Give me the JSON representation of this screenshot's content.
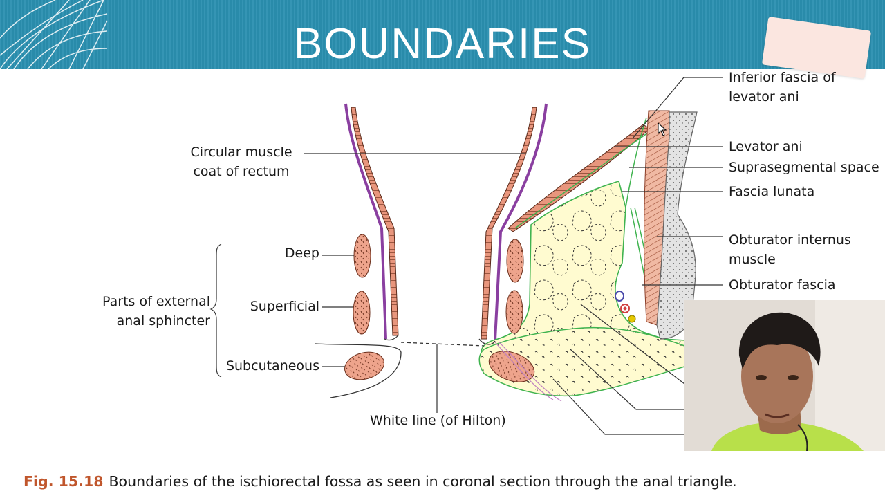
{
  "slide": {
    "title": "BOUNDARIES",
    "colors": {
      "header": "#2a8fb0",
      "fat": "#fff9c4",
      "muscle": "#e8967d",
      "fascia_line": "#3fb34f",
      "purple_line": "#8a3fa0",
      "bone": "#d9d9d9",
      "caption_fig": "#c0562c"
    }
  },
  "labels": {
    "inferior_fascia": "Inferior fascia of\nlevator ani",
    "levator_ani": "Levator ani",
    "suprasegmental_space": "Suprasegmental space",
    "fascia_lunata": "Fascia lunata",
    "obturator_internus": "Obturator internus\nmuscle",
    "obturator_fascia": "Obturator fascia",
    "circular_muscle": "Circular muscle\ncoat of rectum",
    "deep": "Deep",
    "superficial": "Superficial",
    "subcutaneous": "Subcutaneous",
    "parts_external": "Parts of external\nanal sphincter",
    "white_line": "White line (of Hilton)"
  },
  "caption": {
    "fig": "Fig. 15.18",
    "text": "Boundaries of the ischiorectal fossa as seen in coronal section through the anal triangle."
  },
  "webcam": {
    "icon": "person-video-feed"
  },
  "cursor": {
    "icon": "mouse-pointer-icon"
  }
}
